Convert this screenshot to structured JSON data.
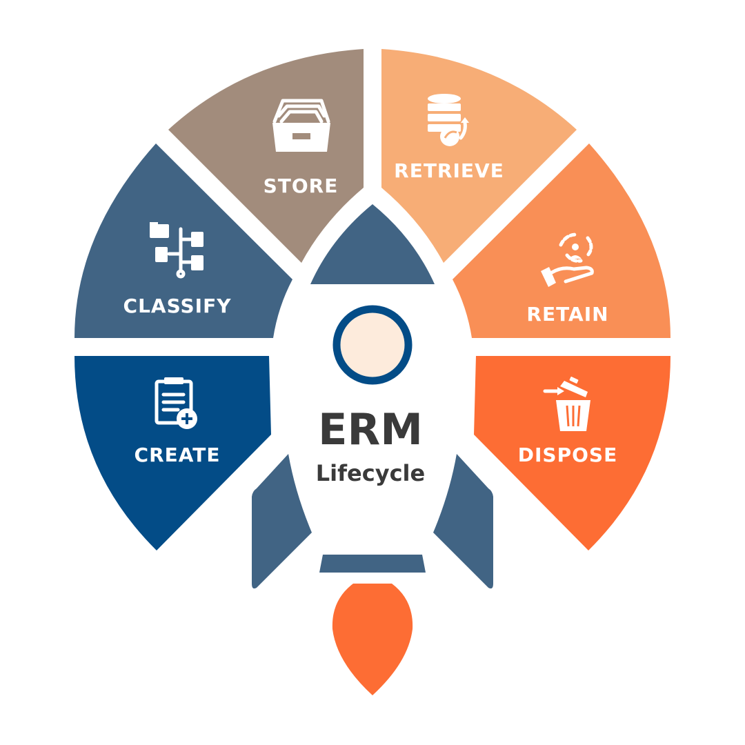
{
  "center": {
    "title": "ERM",
    "subtitle": "Lifecycle"
  },
  "colors": {
    "create": "#034c87",
    "classify": "#416484",
    "store": "#a28c7c",
    "retrieve": "#f7ad76",
    "retain": "#f98f56",
    "dispose": "#fd6d34",
    "rocket_body": "#416484",
    "window_ring": "#034c87",
    "window_fill": "#fdebdc",
    "flame": "#fd6d34"
  },
  "segments": [
    {
      "id": "create",
      "label": "CREATE",
      "icon": "clipboard-add-icon"
    },
    {
      "id": "classify",
      "label": "CLASSIFY",
      "icon": "hierarchy-icon"
    },
    {
      "id": "store",
      "label": "STORE",
      "icon": "file-drawer-icon"
    },
    {
      "id": "retrieve",
      "label": "RETRIEVE",
      "icon": "database-retrieve-icon"
    },
    {
      "id": "retain",
      "label": "RETAIN",
      "icon": "hand-retain-icon"
    },
    {
      "id": "dispose",
      "label": "DISPOSE",
      "icon": "trash-icon"
    }
  ]
}
